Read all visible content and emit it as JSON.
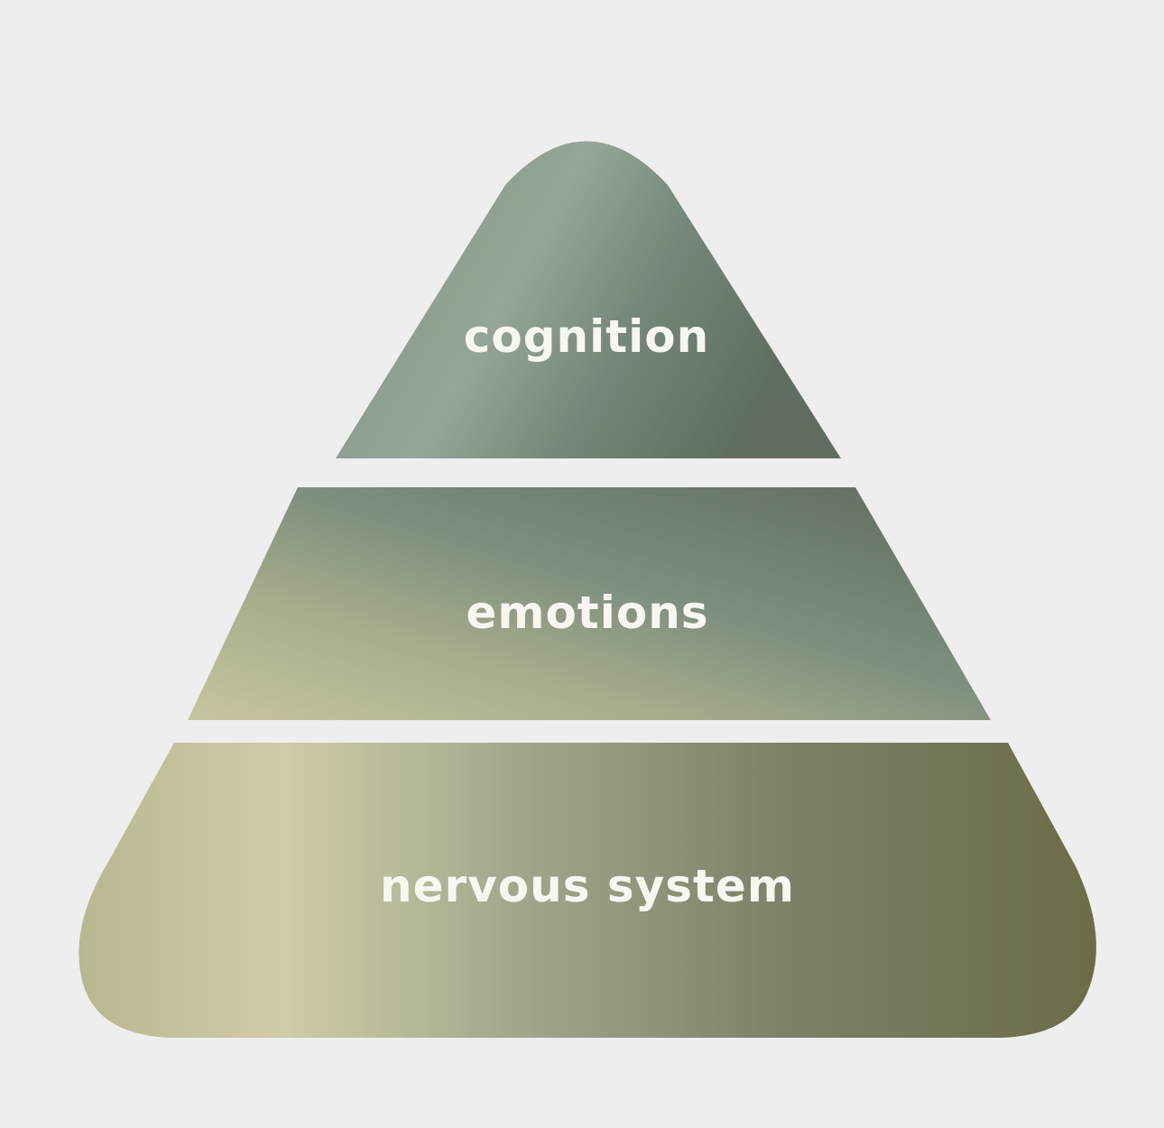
{
  "pyramid": {
    "tiers": [
      {
        "label": "cognition"
      },
      {
        "label": "emotions"
      },
      {
        "label": "nervous system"
      }
    ],
    "colors": {
      "background": "#efeeee",
      "dark_green": "#6a7a6b",
      "mid_green": "#8b9b8c",
      "olive": "#757650",
      "pale_olive": "#c9c7a0",
      "label": "#f7f6f1"
    }
  }
}
